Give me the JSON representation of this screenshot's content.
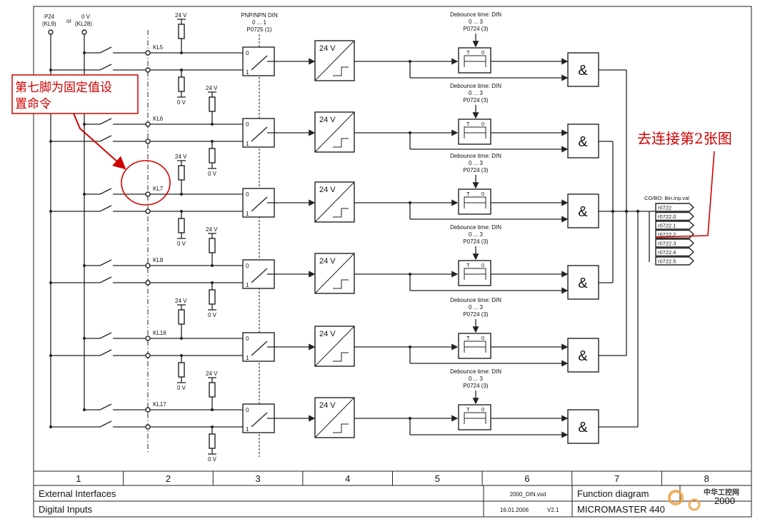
{
  "header": {
    "supply_p24": "P24",
    "supply_p24_term": "(KL9)",
    "or_label": "or",
    "supply_0v": "0 V",
    "supply_0v_term": "(KL28)",
    "pnp_title": "PNP/NPN DIN",
    "pnp_range": "0 ... 1",
    "pnp_param": "P0725 (1)"
  },
  "channels": [
    {
      "terminal": "KL5",
      "debounce_title": "Debounce time: DIN",
      "debounce_range": "0 ... 3",
      "debounce_param": "P0724 (3)"
    },
    {
      "terminal": "KL6",
      "debounce_title": "Debounce time: DIN",
      "debounce_range": "0 ... 3",
      "debounce_param": "P0724 (3)"
    },
    {
      "terminal": "KL7",
      "debounce_title": "Debounce time: DIN",
      "debounce_range": "0 ... 3",
      "debounce_param": "P0724 (3)"
    },
    {
      "terminal": "KL8",
      "debounce_title": "Debounce time: DIN",
      "debounce_range": "0 ... 3",
      "debounce_param": "P0724 (3)"
    },
    {
      "terminal": "KL16",
      "debounce_title": "Debounce time: DIN",
      "debounce_range": "0 ... 3",
      "debounce_param": "P0724 (3)"
    },
    {
      "terminal": "KL17",
      "debounce_title": "Debounce time: DIN",
      "debounce_range": "0 ... 3",
      "debounce_param": "P0724 (3)"
    }
  ],
  "labels": {
    "v24": "24 V",
    "v0": "0 V",
    "sw0": "0",
    "sw1": "1",
    "conv": "24 V",
    "deb_t": "T",
    "deb_0": "0",
    "and": "&"
  },
  "connector": {
    "title": "CO/BO: Bin.inp.val",
    "items": [
      "r0722",
      "r0722.0",
      "r0722.1",
      "r0722.2",
      "r0722.3",
      "r0722.4",
      "r0722.5"
    ]
  },
  "annotations": {
    "box_line1": "第七脚为固定值设",
    "box_line2": "置命令",
    "right_note": "去连接第2张图",
    "watermark": "中华工控网"
  },
  "footer": {
    "columns": [
      "1",
      "2",
      "3",
      "4",
      "5",
      "6",
      "7",
      "8"
    ],
    "row1_left": "External Interfaces",
    "row1_file": "2000_DIN.vsd",
    "row1_type": "Function diagram",
    "row1_num": "2000",
    "row2_left": "Digital Inputs",
    "row2_date": "16.01.2006",
    "row2_ver": "V2.1",
    "row2_product": "MICROMASTER 440"
  },
  "colors": {
    "line": "#222222",
    "annotation": "#d00000",
    "watermark": "#f0a040"
  }
}
